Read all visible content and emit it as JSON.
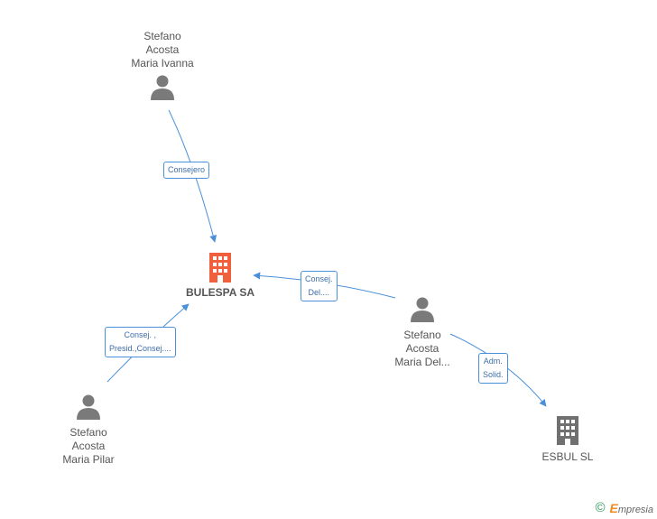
{
  "nodes": {
    "person_top": {
      "lines": [
        "Stefano",
        "Acosta",
        "Maria Ivanna"
      ]
    },
    "person_right": {
      "lines": [
        "Stefano",
        "Acosta",
        "Maria Del..."
      ]
    },
    "person_bottom": {
      "lines": [
        "Stefano",
        "Acosta",
        "Maria Pilar"
      ]
    },
    "company_main": {
      "name": "BULESPA SA",
      "color": "#f0603c"
    },
    "company_second": {
      "name": "ESBUL SL",
      "color": "#707070"
    }
  },
  "edges": {
    "top_to_main": {
      "lines": [
        "Consejero"
      ]
    },
    "right_to_main": {
      "lines": [
        "Consej.",
        "Del...."
      ]
    },
    "bottom_to_main": {
      "lines": [
        "Consej. ,",
        "Presid.,Consej...."
      ]
    },
    "right_to_second": {
      "lines": [
        "Adm.",
        "Solid."
      ]
    }
  },
  "footer": {
    "copyright_symbol": "©",
    "brand_initial": "E",
    "brand_rest": "mpresia"
  },
  "colors": {
    "edge": "#4a90d9",
    "person_icon": "#7a7a7a"
  }
}
